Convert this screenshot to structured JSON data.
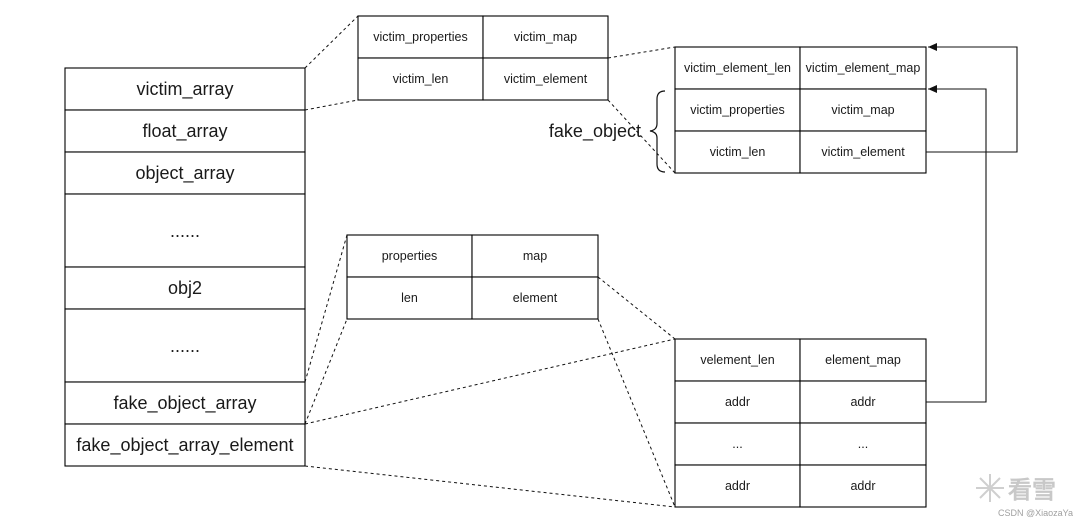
{
  "stack": {
    "rows": [
      "victim_array",
      "float_array",
      "object_array",
      "......",
      "obj2",
      "......",
      "fake_object_array",
      "fake_object_array_element"
    ]
  },
  "victim_array_obj": {
    "cells": [
      "victim_properties",
      "victim_map",
      "victim_len",
      "victim_element"
    ]
  },
  "victim_element_obj": {
    "cells": [
      "victim_element_len",
      "victim_element_map",
      "victim_properties",
      "victim_map",
      "victim_len",
      "victim_element"
    ],
    "brace_label": "fake_object"
  },
  "fake_array_obj": {
    "cells": [
      "properties",
      "map",
      "len",
      "element"
    ]
  },
  "fake_element_obj": {
    "cells": [
      "velement_len",
      "element_map",
      "addr",
      "addr",
      "...",
      "...",
      "addr",
      "addr"
    ]
  },
  "watermark": {
    "credit": "CSDN @XiaozaYa",
    "logo_text": "看雪"
  }
}
